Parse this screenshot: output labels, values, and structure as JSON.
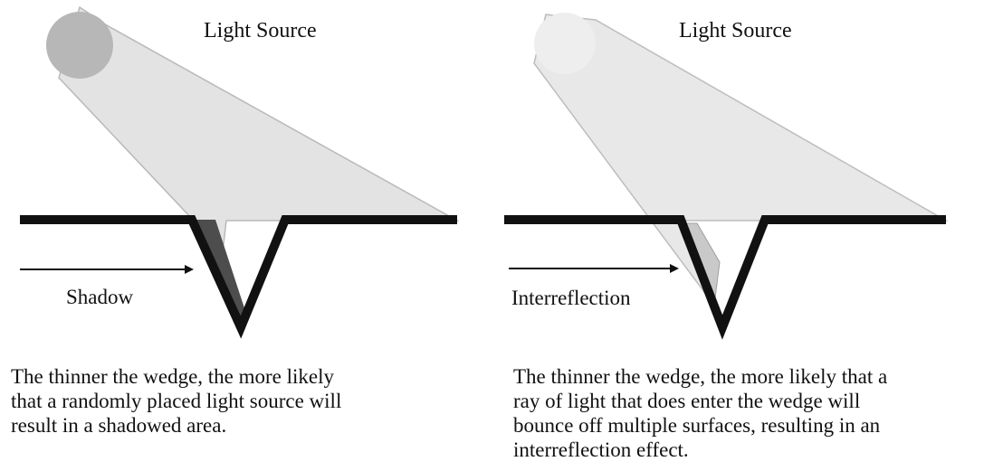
{
  "panels": {
    "left": {
      "title": "Light Source",
      "label": "Shadow",
      "caption": "The thinner the wedge, the more likely\nthat a randomly placed light source will\nresult in a shadowed area."
    },
    "right": {
      "title": "Light Source",
      "label": "Interreflection",
      "caption": "The thinner the wedge, the more likely that a\nray of light that does enter the wedge will\nbounce off multiple surfaces, resulting in an\ninterreflection effect."
    }
  },
  "colors": {
    "light_beam": "#e3e3e3",
    "light_source": "#b7b7b7",
    "surface": "#111111",
    "shadow": "#4d4d4d",
    "interreflection": "#c9c9c9"
  }
}
